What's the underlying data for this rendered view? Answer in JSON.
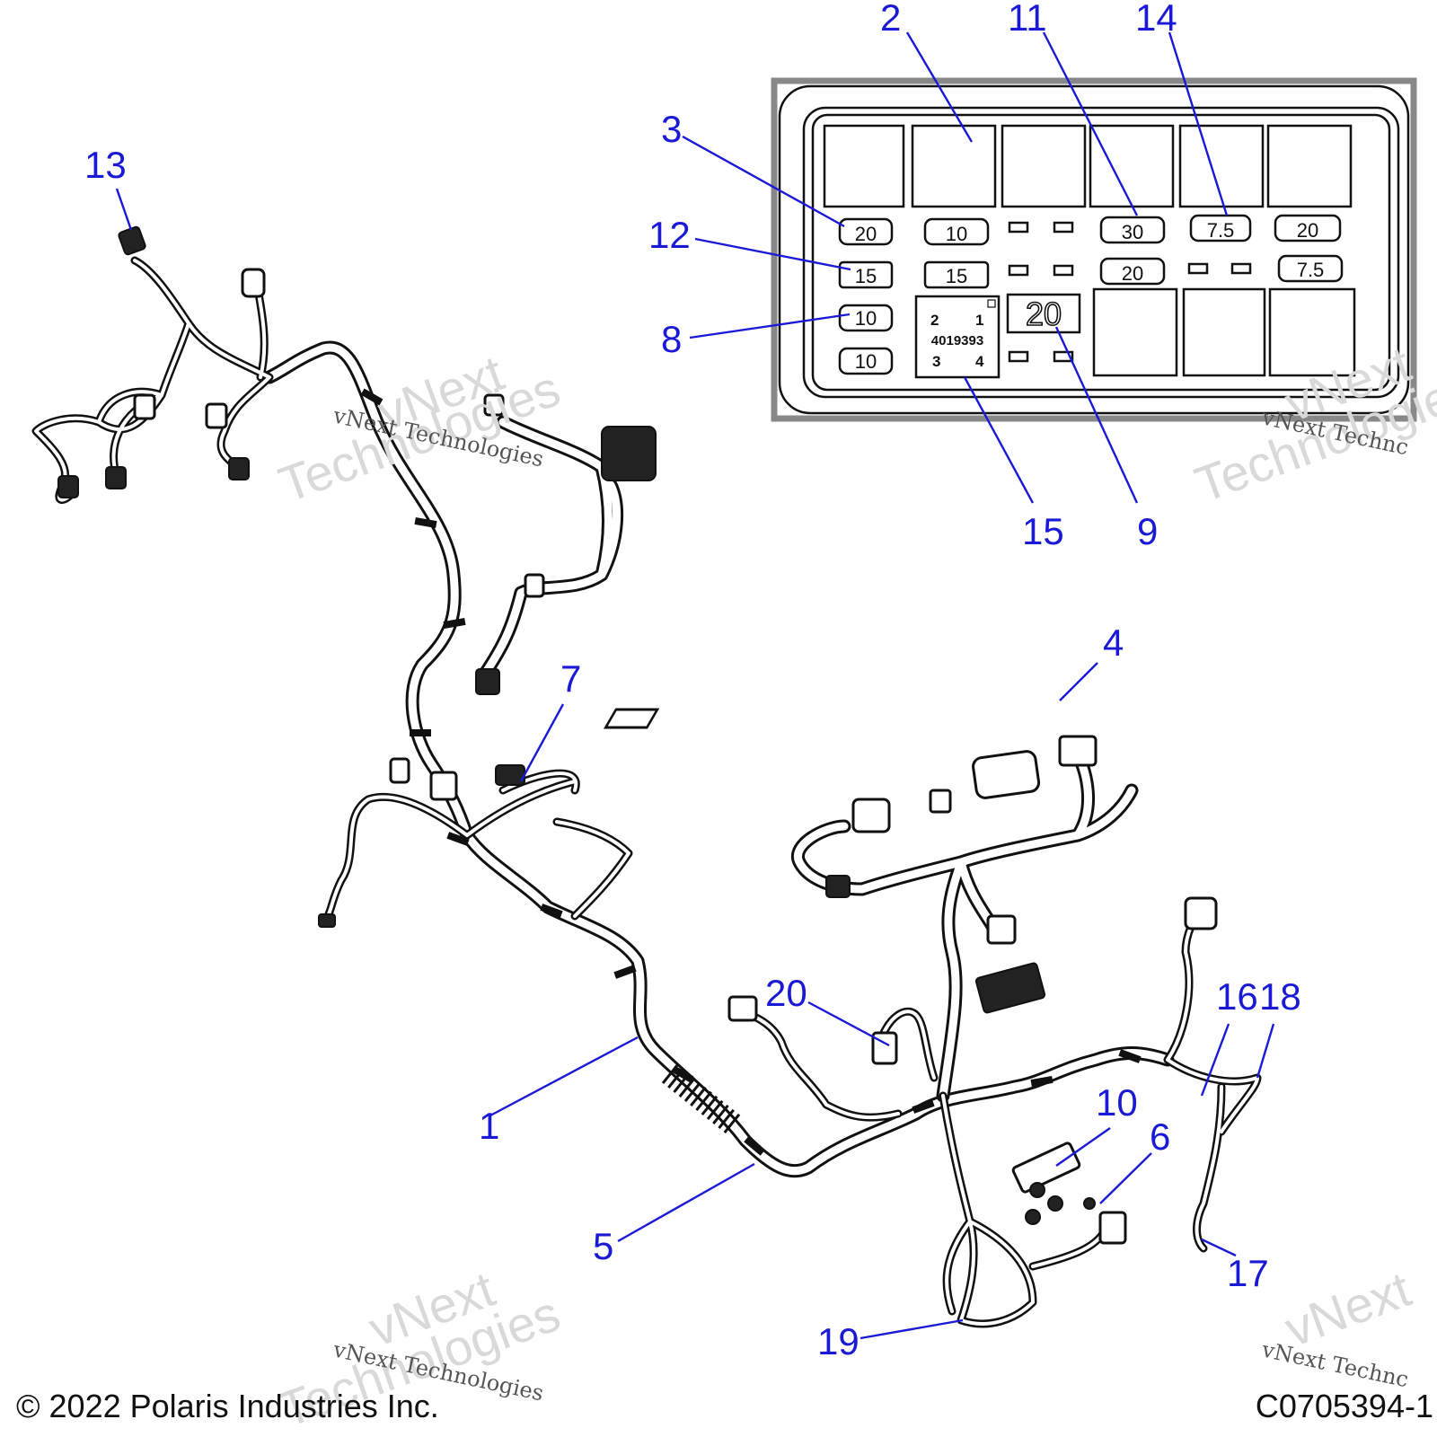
{
  "callouts": [
    {
      "num": "1"
    },
    {
      "num": "2"
    },
    {
      "num": "3"
    },
    {
      "num": "4"
    },
    {
      "num": "5"
    },
    {
      "num": "6"
    },
    {
      "num": "7"
    },
    {
      "num": "8"
    },
    {
      "num": "9"
    },
    {
      "num": "10"
    },
    {
      "num": "11"
    },
    {
      "num": "12"
    },
    {
      "num": "13"
    },
    {
      "num": "14"
    },
    {
      "num": "15"
    },
    {
      "num": "16"
    },
    {
      "num": "17"
    },
    {
      "num": "18"
    },
    {
      "num": "19"
    },
    {
      "num": "20"
    }
  ],
  "fuse_box": {
    "fuses": [
      "20",
      "10",
      "30",
      "7.5",
      "20",
      "15",
      "15",
      "20",
      "7.5",
      "10",
      "10"
    ],
    "mini_fuse": "20",
    "relay": {
      "pins_top": "2",
      "pins_top_right": "1",
      "part_number": "4019393",
      "pins_bottom": "3",
      "pins_bottom_right": "4"
    }
  },
  "watermark": {
    "brand": "vNext",
    "brand_tail": "Technologies",
    "caption": "vNext Technologies",
    "caption_partial": "vNext Technc"
  },
  "footer": {
    "copyright": "© 2022 Polaris Industries Inc.",
    "drawing_id": "C0705394-1"
  }
}
